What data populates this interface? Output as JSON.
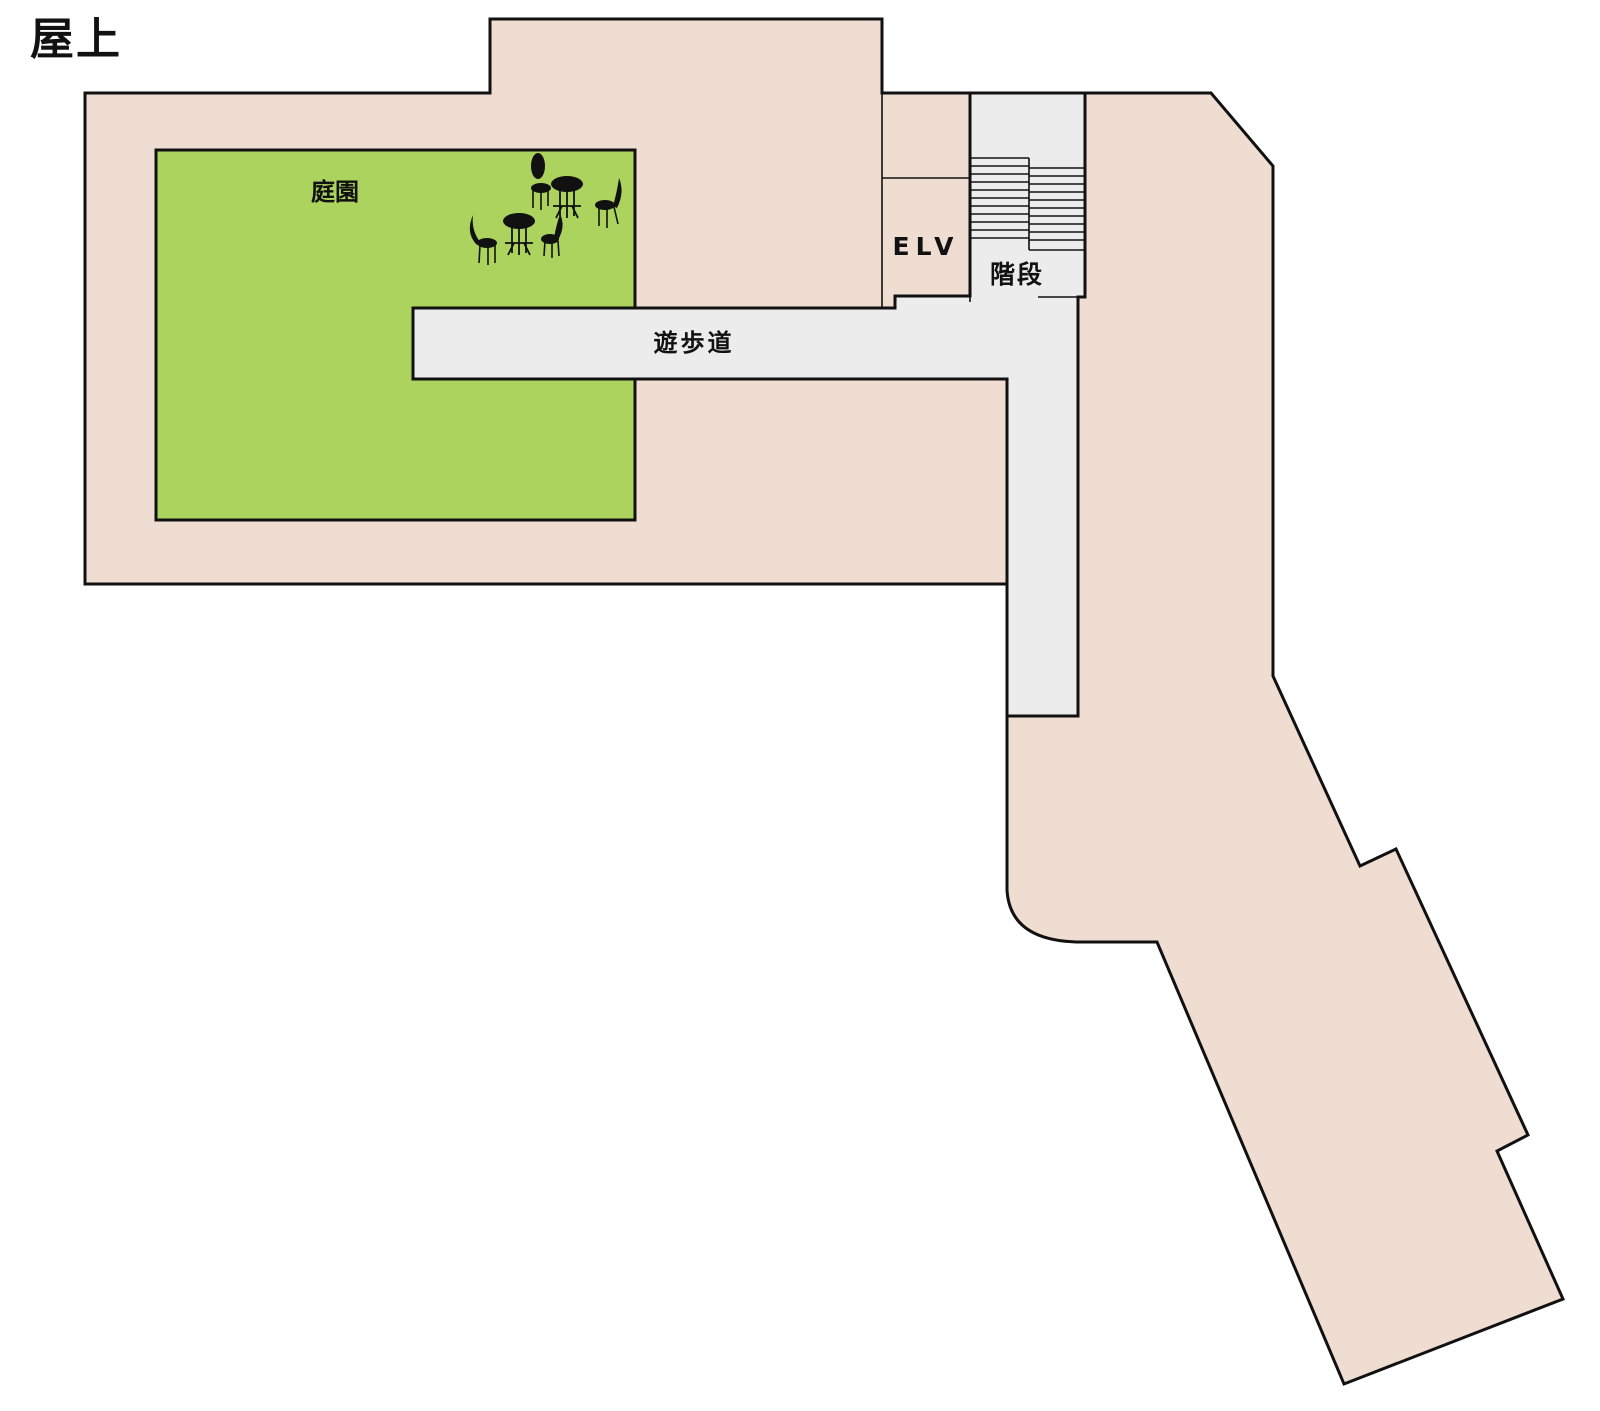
{
  "floor": {
    "title": "屋上"
  },
  "rooms": {
    "garden": "庭園",
    "walkway": "遊歩道",
    "elevator": "ELV",
    "stairs": "階段"
  },
  "icons": {
    "garden_furniture": "cafe-table-chair-icon"
  },
  "colors": {
    "building_fill": "#efddd2",
    "garden_fill": "#acd35e",
    "circulation_fill": "#ececec",
    "outline": "#111111",
    "background": "#ffffff"
  }
}
